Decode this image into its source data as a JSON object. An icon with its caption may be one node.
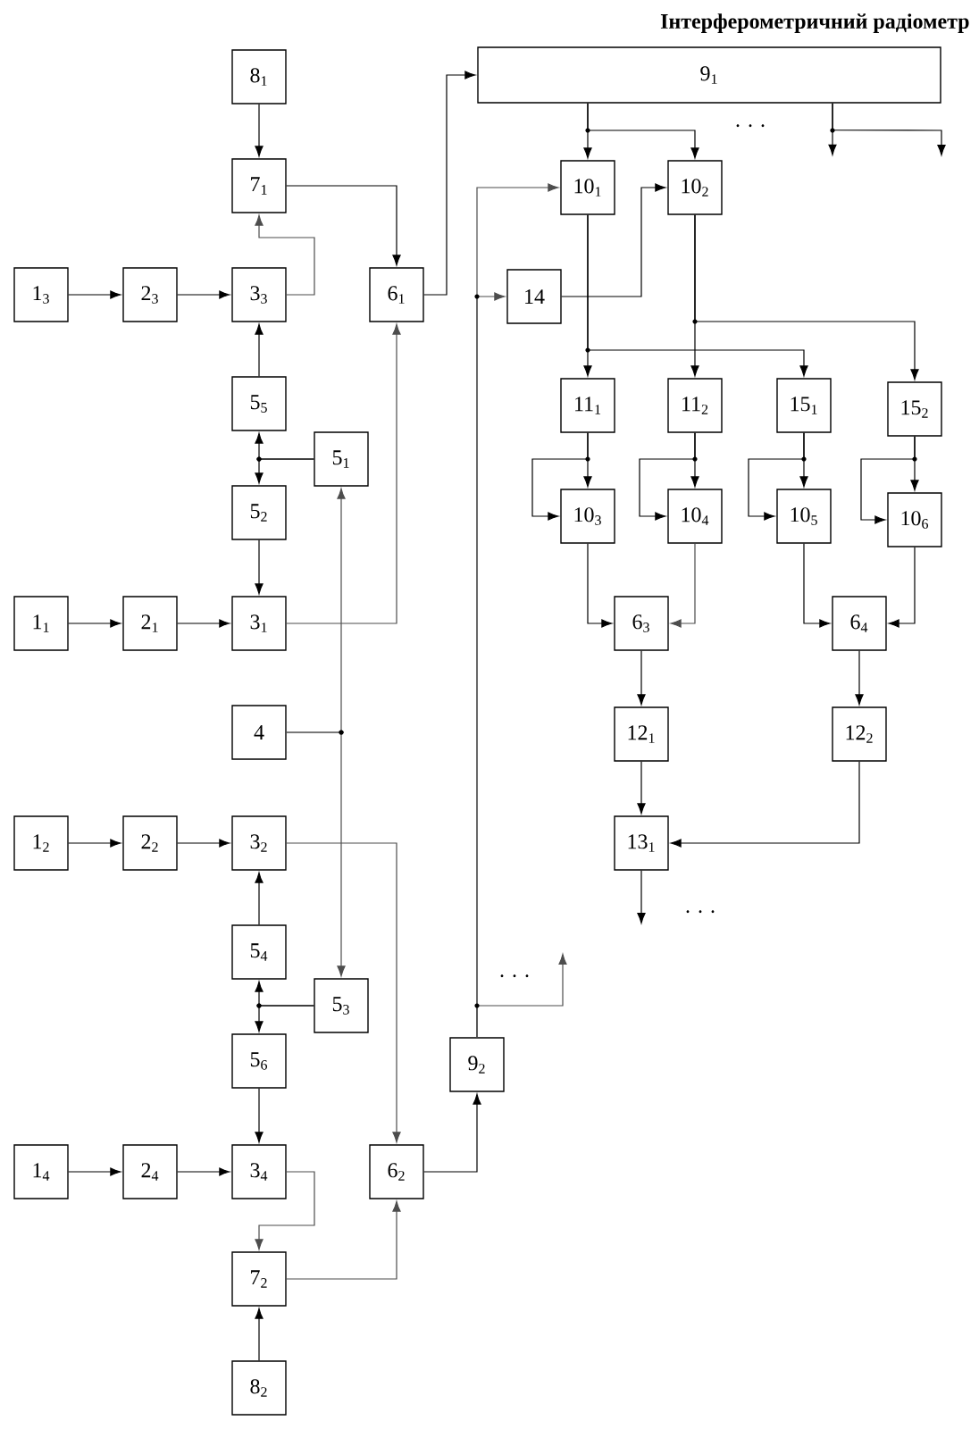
{
  "diagram": {
    "title": "Інтерферометричний радіометр",
    "nodes": [
      {
        "text": [
          "8$_{1}$"
        ]
      },
      {
        "text": [
          "7$_{1}$"
        ]
      },
      {
        "text": [
          "1$_{3}$"
        ]
      },
      {
        "text": [
          "2$_{3}$"
        ]
      },
      {
        "text": [
          "3$_{3}$"
        ]
      },
      {
        "text": [
          "6$_{1}$"
        ]
      },
      {
        "text": [
          "5$_{5}$"
        ]
      },
      {
        "text": [
          "5$_{1}$"
        ]
      },
      {
        "text": [
          "5$_{2}$"
        ]
      },
      {
        "text": [
          "1$_{1}$"
        ]
      },
      {
        "text": [
          "2$_{1}$"
        ]
      },
      {
        "text": [
          "3$_{1}$"
        ]
      },
      {
        "text": [
          "4"
        ]
      },
      {
        "text": [
          "1$_{2}$"
        ]
      },
      {
        "text": [
          "2$_{2}$"
        ]
      },
      {
        "text": [
          "3$_{2}$"
        ]
      },
      {
        "text": [
          "5$_{4}$"
        ]
      },
      {
        "text": [
          "5$_{3}$"
        ]
      },
      {
        "text": [
          "5$_{6}$"
        ]
      },
      {
        "text": [
          "1$_{4}$"
        ]
      },
      {
        "text": [
          "2$_{4}$"
        ]
      },
      {
        "text": [
          "3$_{4}$"
        ]
      },
      {
        "text": [
          "6$_{2}$"
        ]
      },
      {
        "text": [
          "7$_{2}$"
        ]
      },
      {
        "text": [
          "8$_{2}$"
        ]
      },
      {
        "text": [
          "9$_{2}$"
        ]
      },
      {
        "text": [
          "9$_{1}$"
        ]
      },
      {
        "text": [
          "10$_{1}$"
        ]
      },
      {
        "text": [
          "10$_{2}$"
        ]
      },
      {
        "text": [
          "14"
        ]
      },
      {
        "text": [
          "11$_{1}$"
        ]
      },
      {
        "text": [
          "11$_{2}$"
        ]
      },
      {
        "text": [
          "15$_{1}$"
        ]
      },
      {
        "text": [
          "15$_{2}$"
        ]
      },
      {
        "text": [
          "10$_{3}$"
        ]
      },
      {
        "text": [
          "10$_{4}$"
        ]
      },
      {
        "text": [
          "10$_{5}$"
        ]
      },
      {
        "text": [
          "10$_{6}$"
        ]
      },
      {
        "text": [
          "6$_{3}$"
        ]
      },
      {
        "text": [
          "6$_{4}$"
        ]
      },
      {
        "text": [
          "12$_{1}$"
        ]
      },
      {
        "text": [
          "12$_{2}$"
        ]
      },
      {
        "text": [
          "13$_{1}$"
        ]
      }
    ],
    "edges": [
      {
        "from": 0,
        "to": 1,
        "arrow": "to"
      },
      {
        "from": 1,
        "to": 5,
        "arrow": "to"
      },
      {
        "from": 2,
        "to": 3,
        "arrow": "to"
      },
      {
        "from": 3,
        "to": 4,
        "arrow": "to"
      },
      {
        "from": 4,
        "to": 1,
        "arrow": "to",
        "color": "#4d4d4d"
      },
      {
        "from": 6,
        "to": 4,
        "arrow": "to"
      },
      {
        "from": 7,
        "to": 6,
        "arrow": "to"
      },
      {
        "from": 7,
        "to": 8,
        "arrow": "to"
      },
      {
        "from": 8,
        "to": 11,
        "arrow": "to"
      },
      {
        "from": 9,
        "to": 10,
        "arrow": "to"
      },
      {
        "from": 10,
        "to": 11,
        "arrow": "to"
      },
      {
        "from": 11,
        "to": 5,
        "arrow": "to",
        "color": "#4d4d4d"
      },
      {
        "from": 12,
        "to": 7,
        "arrow": "to",
        "color": "#4d4d4d"
      },
      {
        "from": 12,
        "to": 17,
        "arrow": "to",
        "color": "#4d4d4d"
      },
      {
        "from": 13,
        "to": 14,
        "arrow": "to"
      },
      {
        "from": 14,
        "to": 15,
        "arrow": "to"
      },
      {
        "from": 15,
        "to": 22,
        "arrow": "to",
        "color": "#4d4d4d"
      },
      {
        "from": 16,
        "to": 15,
        "arrow": "to"
      },
      {
        "from": 17,
        "to": 16,
        "arrow": "to"
      },
      {
        "from": 17,
        "to": 18,
        "arrow": "to"
      },
      {
        "from": 18,
        "to": 21,
        "arrow": "to"
      },
      {
        "from": 19,
        "to": 20,
        "arrow": "to"
      },
      {
        "from": 20,
        "to": 21,
        "arrow": "to"
      },
      {
        "from": 21,
        "to": 23,
        "arrow": "to",
        "color": "#4d4d4d"
      },
      {
        "from": 24,
        "to": 23,
        "arrow": "to"
      },
      {
        "from": 23,
        "to": 22,
        "arrow": "to",
        "color": "#4d4d4d"
      },
      {
        "from": 22,
        "to": 25,
        "arrow": "to"
      },
      {
        "from": 25,
        "to": 27,
        "arrow": "to",
        "color": "#4d4d4d"
      },
      {
        "from": 25,
        "to": 29,
        "arrow": "to",
        "color": "#4d4d4d"
      },
      {
        "from": 25,
        "to": null,
        "arrow": "to",
        "color": "#4d4d4d"
      },
      {
        "from": 5,
        "to": 26,
        "arrow": "to"
      },
      {
        "from": 26,
        "to": 27,
        "arrow": "to"
      },
      {
        "from": 26,
        "to": 28,
        "arrow": "to"
      },
      {
        "from": 26,
        "to": null,
        "arrow": "to"
      },
      {
        "from": 26,
        "to": null,
        "arrow": "to"
      },
      {
        "from": 29,
        "to": 28,
        "arrow": "to"
      },
      {
        "from": 27,
        "to": 30,
        "arrow": "to"
      },
      {
        "from": 27,
        "to": 32,
        "arrow": "to"
      },
      {
        "from": 28,
        "to": 31,
        "arrow": "to"
      },
      {
        "from": 28,
        "to": 33,
        "arrow": "to"
      },
      {
        "from": 30,
        "to": 34,
        "arrow": "to"
      },
      {
        "from": 30,
        "to": 34,
        "arrow": "to"
      },
      {
        "from": 31,
        "to": 35,
        "arrow": "to"
      },
      {
        "from": 31,
        "to": 35,
        "arrow": "to"
      },
      {
        "from": 32,
        "to": 36,
        "arrow": "to"
      },
      {
        "from": 32,
        "to": 36,
        "arrow": "to"
      },
      {
        "from": 33,
        "to": 37,
        "arrow": "to"
      },
      {
        "from": 33,
        "to": 37,
        "arrow": "to"
      },
      {
        "from": 34,
        "to": 38,
        "arrow": "to"
      },
      {
        "from": 35,
        "to": 38,
        "arrow": "to",
        "color": "#4d4d4d"
      },
      {
        "from": 36,
        "to": 39,
        "arrow": "to"
      },
      {
        "from": 37,
        "to": 39,
        "arrow": "to"
      },
      {
        "from": 38,
        "to": 40,
        "arrow": "to"
      },
      {
        "from": 39,
        "to": 41,
        "arrow": "to"
      },
      {
        "from": 40,
        "to": 42,
        "arrow": "to"
      },
      {
        "from": 41,
        "to": 42,
        "arrow": "to"
      },
      {
        "from": 42,
        "to": null,
        "arrow": "to"
      }
    ],
    "labels": [
      "· · ·",
      "· · ·",
      "· · ·"
    ]
  }
}
